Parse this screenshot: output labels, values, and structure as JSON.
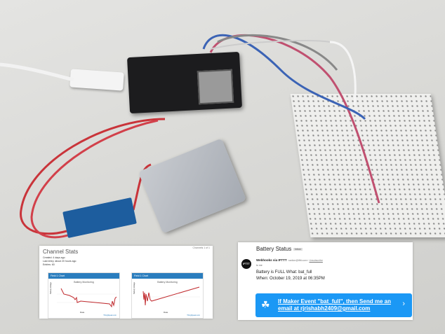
{
  "stats_panel": {
    "title": "Channel Stats",
    "channels_label": "Channels 1 of 1",
    "created": "Created: 4 days ago",
    "last_entry": "Last entry: about 20 hours ago",
    "entries": "Entries: 60",
    "charts": [
      {
        "header": "Field 1 Chart",
        "title": "Battery Monitoring",
        "xlabel": "Date",
        "ylabel": "Battery Voltage",
        "credit": "ThingSpeak.com"
      },
      {
        "header": "Field 1 Chart",
        "title": "Battery Monitoring",
        "xlabel": "Date",
        "ylabel": "Battery Voltage",
        "credit": "ThingSpeak.com"
      }
    ]
  },
  "email": {
    "subject": "Battery Status",
    "inbox_label": "Inbox",
    "sender": "Webhooks via IFTTT",
    "sender_email": "<action@ifttt.com>",
    "unsubscribe": "Unsubscribe",
    "to": "to me",
    "avatar": "IFTTT",
    "line1": "Battery is FULL What: bat_full",
    "line2": "When: October 19, 2019 at 06:35PM",
    "applet_text": "If Maker Event \"bat_full\", then Send me an email at rjrishabh2409@gmail.com",
    "applet_icon": "webhooks-icon"
  },
  "colors": {
    "thingspeak": "#2a7dbe",
    "ifttt_blue": "#1b98f5",
    "plot": "#c0282c"
  }
}
